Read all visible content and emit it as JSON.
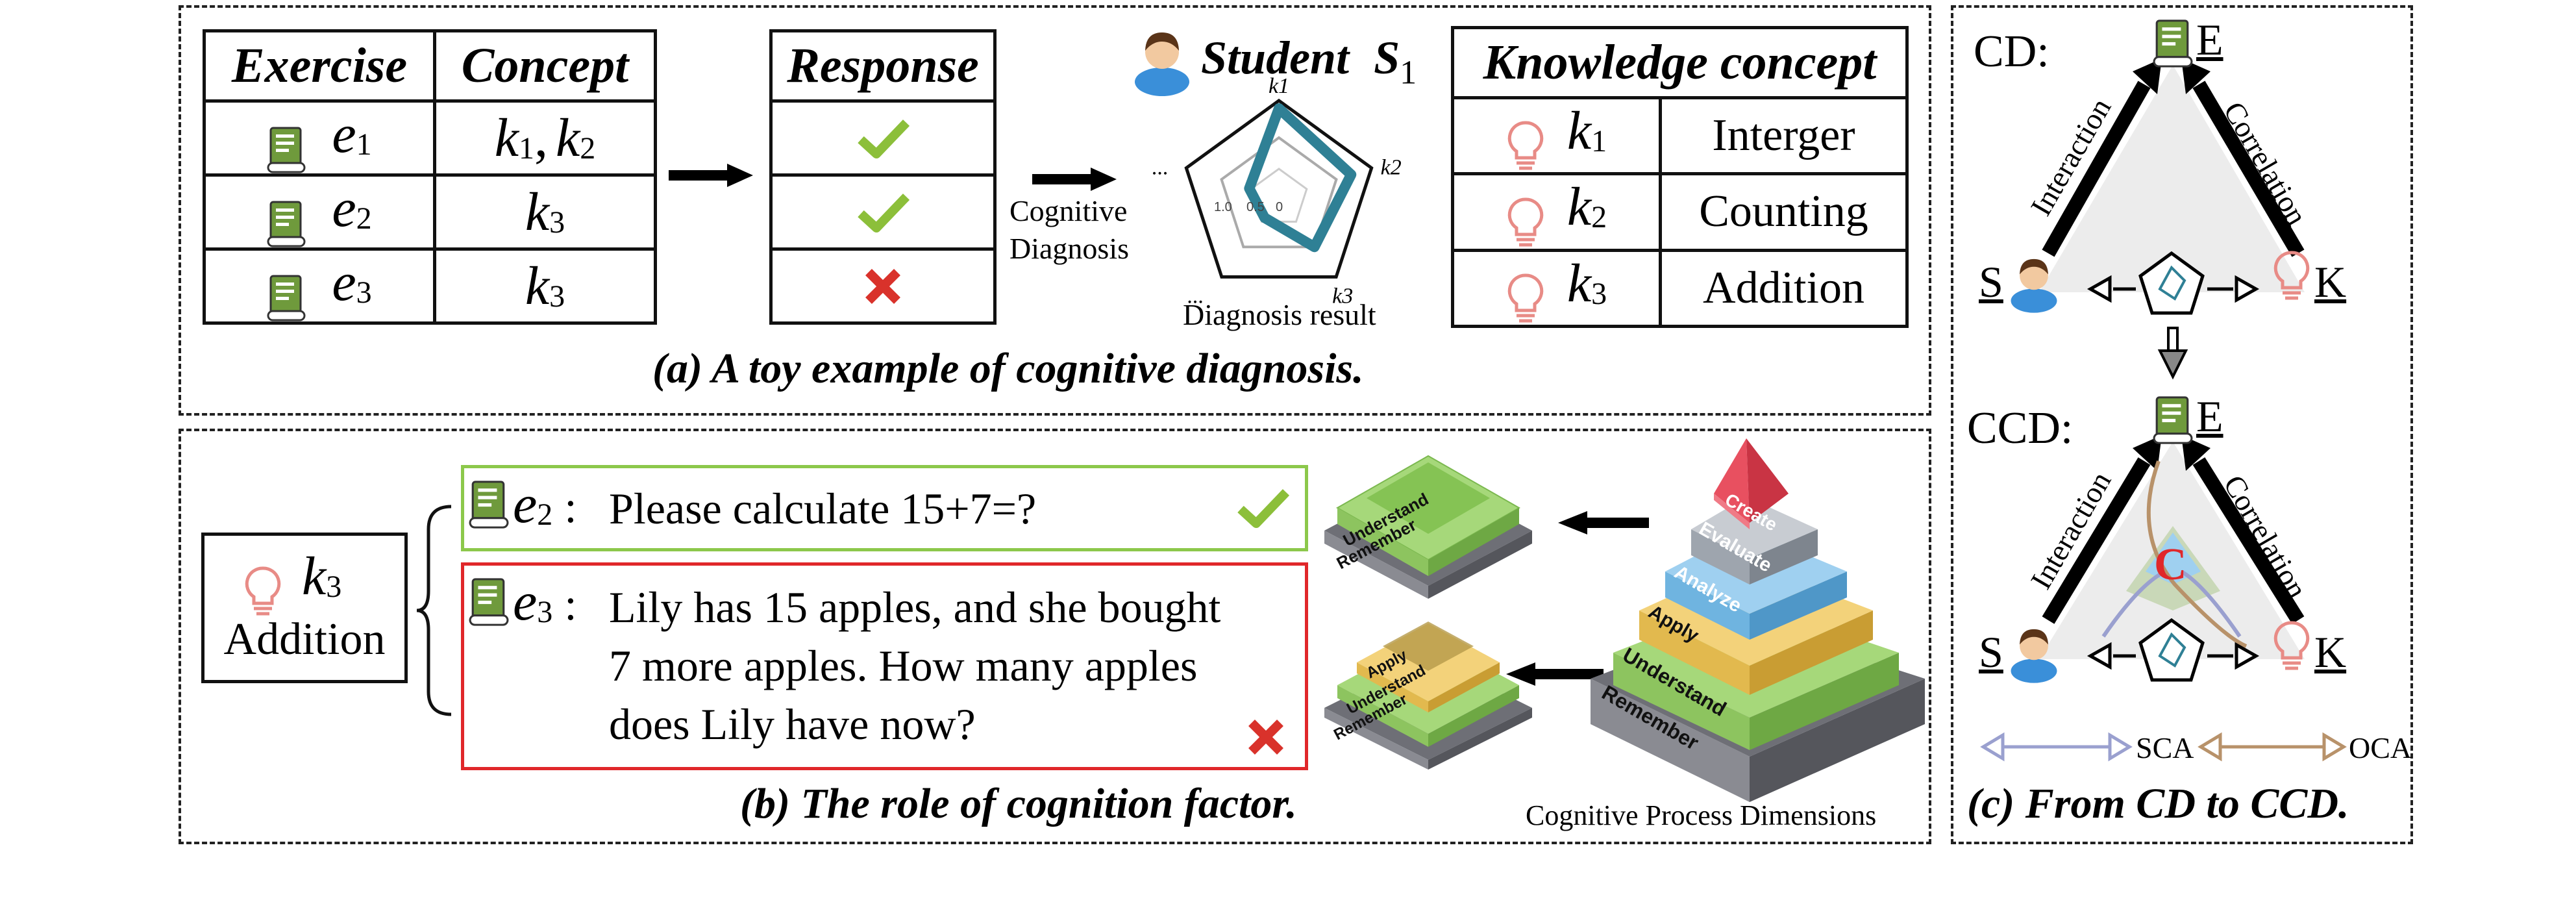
{
  "panel_a": {
    "exercise_table": {
      "headers": [
        "Exercise",
        "Concept"
      ],
      "rows": [
        {
          "exercise": "e",
          "exercise_sub": "1",
          "concept_html": "k1,k2",
          "c1": "k",
          "c1s": "1",
          "sep": ",",
          "c2": "k",
          "c2s": "2"
        },
        {
          "exercise": "e",
          "exercise_sub": "2",
          "c1": "k",
          "c1s": "3"
        },
        {
          "exercise": "e",
          "exercise_sub": "3",
          "c1": "k",
          "c1s": "3"
        }
      ]
    },
    "response_table": {
      "header": "Response",
      "rows": [
        "correct",
        "correct",
        "wrong"
      ]
    },
    "cognitive_diagnosis_label": [
      "Cognitive",
      "Diagnosis"
    ],
    "student": {
      "label": "Student",
      "symbol": "S",
      "sub": "1"
    },
    "radar": {
      "axis_labels": [
        "k1",
        "k2",
        "k3",
        "...",
        "..."
      ],
      "ticks": [
        "1.0",
        "0.5",
        "0"
      ],
      "caption": "Diagnosis result",
      "values": [
        0.92,
        0.78,
        0.62,
        0.25,
        0.32
      ]
    },
    "knowledge_table": {
      "header": "Knowledge concept",
      "rows": [
        {
          "k": "k",
          "sub": "1",
          "name": "Interger"
        },
        {
          "k": "k",
          "sub": "2",
          "name": "Counting"
        },
        {
          "k": "k",
          "sub": "3",
          "name": "Addition"
        }
      ]
    },
    "caption": "(a) A toy example of cognitive diagnosis."
  },
  "panel_b": {
    "concept": {
      "k": "k",
      "sub": "3",
      "name": "Addition"
    },
    "q1": {
      "e": "e",
      "sub": "2",
      "colon": ":",
      "text": "Please calculate 15+7=?",
      "result": "correct"
    },
    "q2": {
      "e": "e",
      "sub": "3",
      "colon": ":",
      "lines": [
        "Lily has 15 apples, and she bought",
        "7 more apples. How many apples",
        "does Lily have now?"
      ],
      "result": "wrong"
    },
    "pyramid_small_1": [
      "Understand",
      "Remember"
    ],
    "pyramid_small_2": [
      "Apply",
      "Understand",
      "Remember"
    ],
    "pyramid_big": [
      "Create",
      "Evaluate",
      "Analyze",
      "Apply",
      "Understand",
      "Remember"
    ],
    "pyramid_caption": "Cognitive Process Dimensions",
    "caption": "(b) The role of cognition factor."
  },
  "panel_c": {
    "cd_label": "CD:",
    "ccd_label": "CCD:",
    "node_e": "E",
    "node_s": "S",
    "node_k": "K",
    "edge_interaction": "Interaction",
    "edge_correlation": "Correlation",
    "center_c": "C",
    "legend_sca": "SCA",
    "legend_oca": "OCA",
    "caption": "(c) From CD to CCD."
  },
  "colors": {
    "green_check": "#8cbf3a",
    "red_cross": "#d9322b",
    "green_box": "#8cc84b",
    "red_box": "#e0272a",
    "radar_line": "#2f8095",
    "bulb": "#e88b86",
    "sca": "#9aa0cf",
    "oca": "#b8926a",
    "book": "#6f9a3c"
  }
}
